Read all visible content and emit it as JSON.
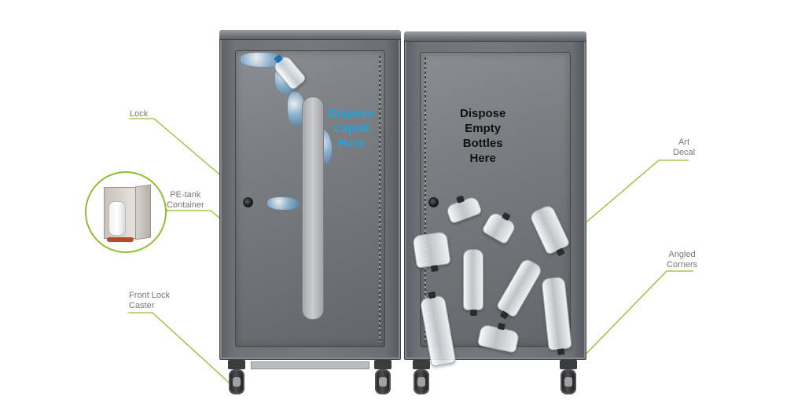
{
  "left_cabinet": {
    "label_line1": "Dispose",
    "label_line2": "Liquid",
    "label_line3": "Here"
  },
  "right_cabinet": {
    "label_line1": "Dispose",
    "label_line2": "Empty",
    "label_line3": "Bottles",
    "label_line4": "Here"
  },
  "callouts": {
    "lock": "Lock",
    "pe_tank_line1": "PE-tank",
    "pe_tank_line2": "Container",
    "front_lock_line1": "Front Lock",
    "front_lock_line2": "Caster",
    "art_line1": "Art",
    "art_line2": "Decal",
    "angled_line1": "Angled",
    "angled_line2": "Corners"
  },
  "colors": {
    "accent_green": "#8fbf2f",
    "liquid_blue": "#1aa6e0",
    "cabinet_gray": "#75797d"
  }
}
